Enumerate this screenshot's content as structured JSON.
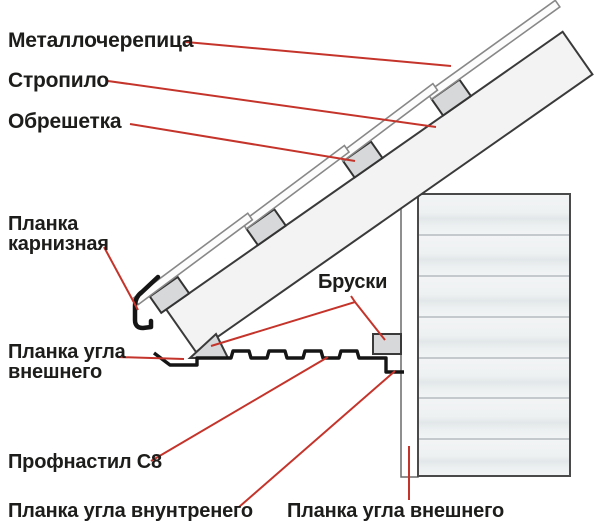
{
  "labels": {
    "metallocherepitsa": {
      "text": "Металлочерепица"
    },
    "stropilo": {
      "text": "Стропило"
    },
    "obreshetka": {
      "text": "Обрешетка"
    },
    "planka_karniznaya": {
      "line1": "Планка",
      "line2": "карнизная"
    },
    "bruski": {
      "text": "Бруски"
    },
    "planka_ugla_vneshnego_left": {
      "line1": "Планка угла",
      "line2": "внешнего"
    },
    "profnastil": {
      "text": "Профнастил С8"
    },
    "planka_ugla_vnutrenego": {
      "text": "Планка угла внунтренего"
    },
    "planka_ugla_vneshnego_bottom": {
      "text": "Планка угла внешнего"
    }
  },
  "colors": {
    "leader_line": "#c5342b",
    "label_text": "#1d1d1b",
    "rafter_fill": "#f3f3f3",
    "batten_fill": "#d6d8d9",
    "tile_sheet_fill": "#fcfcfc",
    "wall_fill": "#eef1f2",
    "panel_line": "#c3c9cd",
    "outline": "#3a3a3a",
    "strip_black": "#151515"
  }
}
